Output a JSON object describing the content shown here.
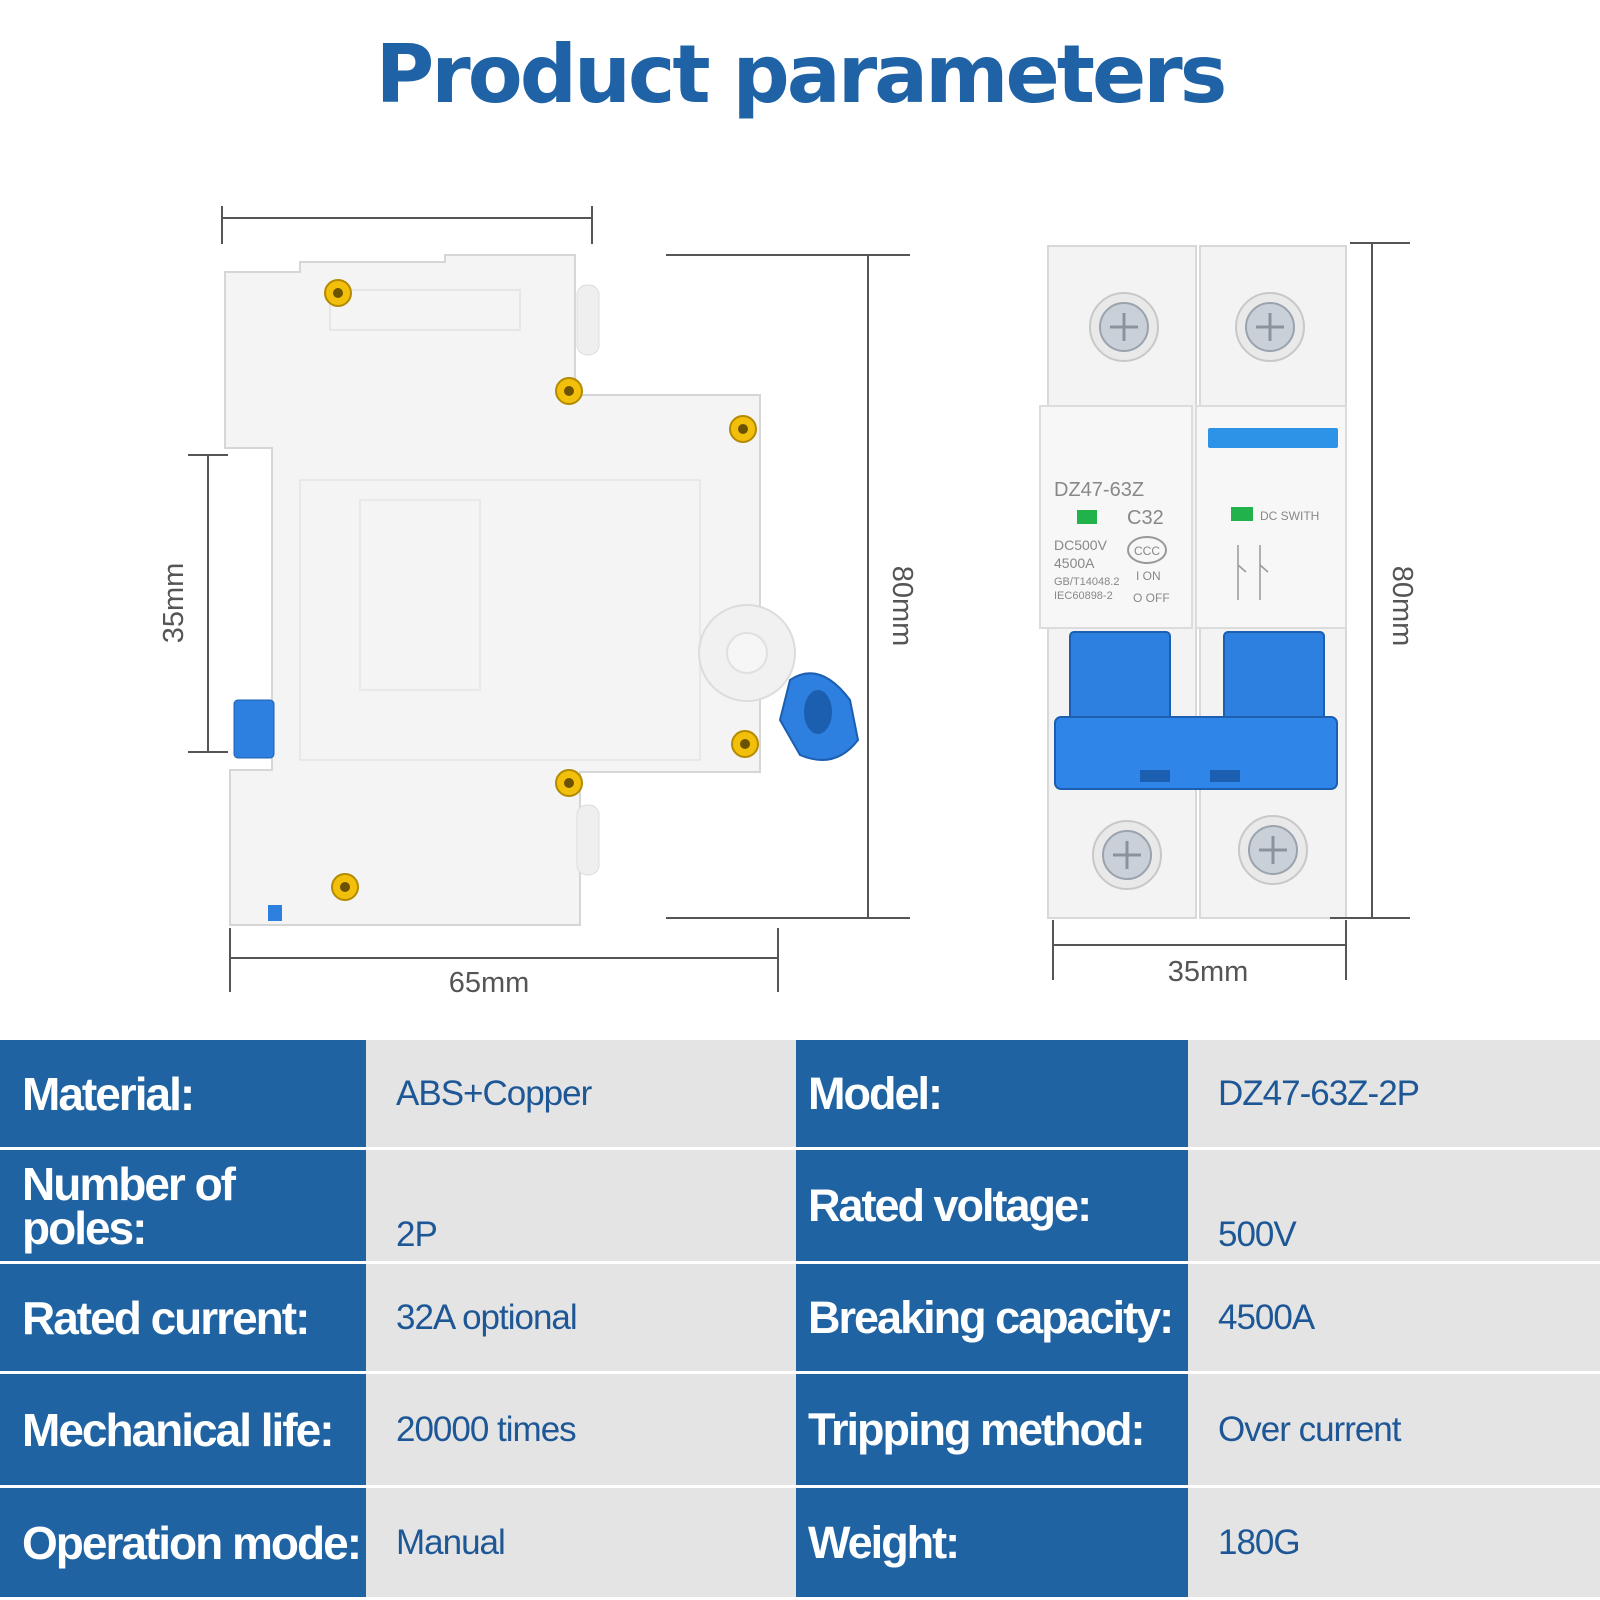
{
  "title": "Product parameters",
  "dimensions": {
    "side_top_width": "",
    "side_height_left": "35mm",
    "side_height_right": "80mm",
    "side_bottom_width": "65mm",
    "front_height": "80mm",
    "front_width": "35mm"
  },
  "breaker_labels": {
    "model": "DZ47-63Z",
    "rating": "C32",
    "voltage": "DC500V",
    "capacity": "4500A",
    "standard1": "GB/T14048.2",
    "standard2": "IEC60898-2",
    "on": "I ON",
    "off": "O OFF",
    "switch": "DC SWITH",
    "ccc": "CCC"
  },
  "specs": [
    {
      "label": "Material:",
      "value": "ABS+Copper"
    },
    {
      "label": "Model:",
      "value": "DZ47-63Z-2P"
    },
    {
      "label": "Number of poles:",
      "value": "2P"
    },
    {
      "label": "Rated voltage:",
      "value": "500V"
    },
    {
      "label": "Rated current:",
      "value": "32A optional"
    },
    {
      "label": "Breaking capacity:",
      "value": "4500A"
    },
    {
      "label": "Mechanical life:",
      "value": "20000 times"
    },
    {
      "label": "Tripping method:",
      "value": "Over current"
    },
    {
      "label": "Operation mode:",
      "value": "Manual"
    },
    {
      "label": "Weight:",
      "value": "180G"
    }
  ],
  "colors": {
    "accent_blue": "#1f63a6",
    "label_bg": "#2063a3",
    "value_bg": "#e4e4e4",
    "value_text": "#1e5796",
    "breaker_blue": "#2d7fe0"
  }
}
